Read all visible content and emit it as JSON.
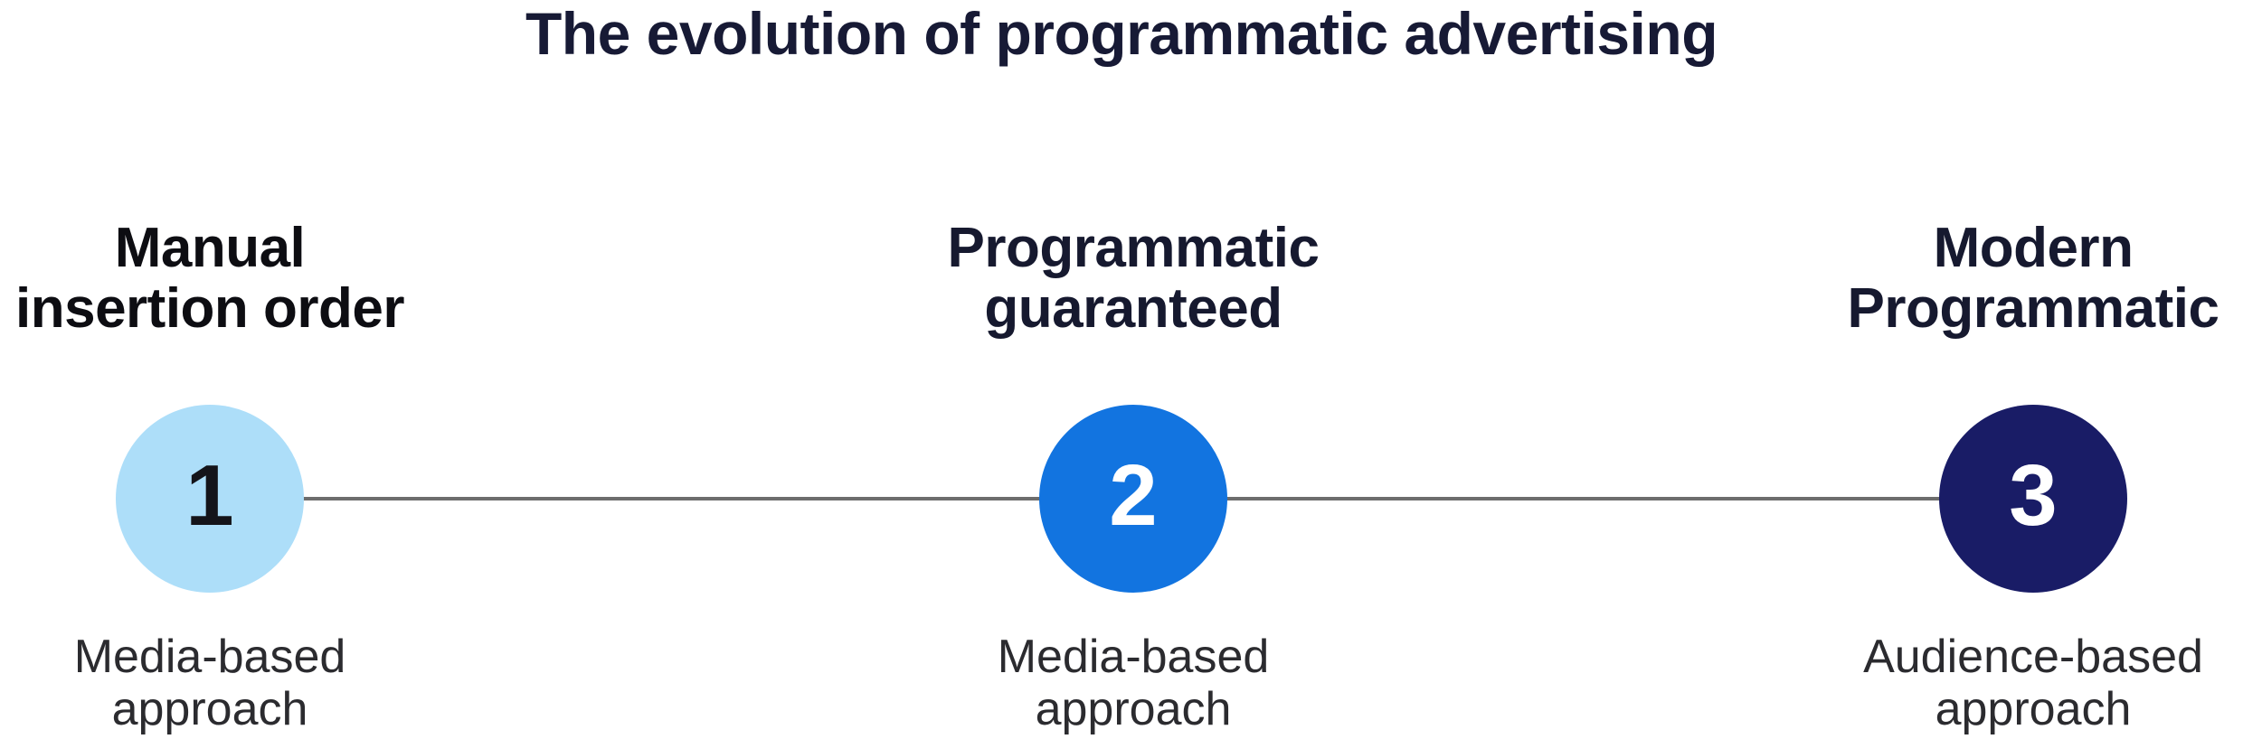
{
  "title": "The evolution of programmatic advertising",
  "colors": {
    "background": "#ffffff",
    "title_text": "#171a35",
    "label_text": "#16192f",
    "caption_text": "#2b2b2f",
    "connector_line": "#6d6d6d",
    "stage1_circle": "#addef9",
    "stage1_number": "#14141a",
    "stage2_circle": "#1274e0",
    "stage2_number": "#ffffff",
    "stage3_circle": "#191c66",
    "stage3_number": "#ffffff"
  },
  "chart_data": {
    "type": "timeline",
    "title": "The evolution of programmatic advertising",
    "orientation": "horizontal",
    "node_count": 3,
    "nodes": [
      {
        "step": "1",
        "label_line1": "Manual",
        "label_line2": "insertion order",
        "caption_line1": "Media-based",
        "caption_line2": "approach",
        "color": "#addef9",
        "number_color": "#14141a"
      },
      {
        "step": "2",
        "label_line1": "Programmatic",
        "label_line2": "guaranteed",
        "caption_line1": "Media-based",
        "caption_line2": "approach",
        "color": "#1274e0",
        "number_color": "#ffffff"
      },
      {
        "step": "3",
        "label_line1": "Modern",
        "label_line2": "Programmatic",
        "caption_line1": "Audience-based",
        "caption_line2": "approach",
        "color": "#191c66",
        "number_color": "#ffffff"
      }
    ]
  }
}
